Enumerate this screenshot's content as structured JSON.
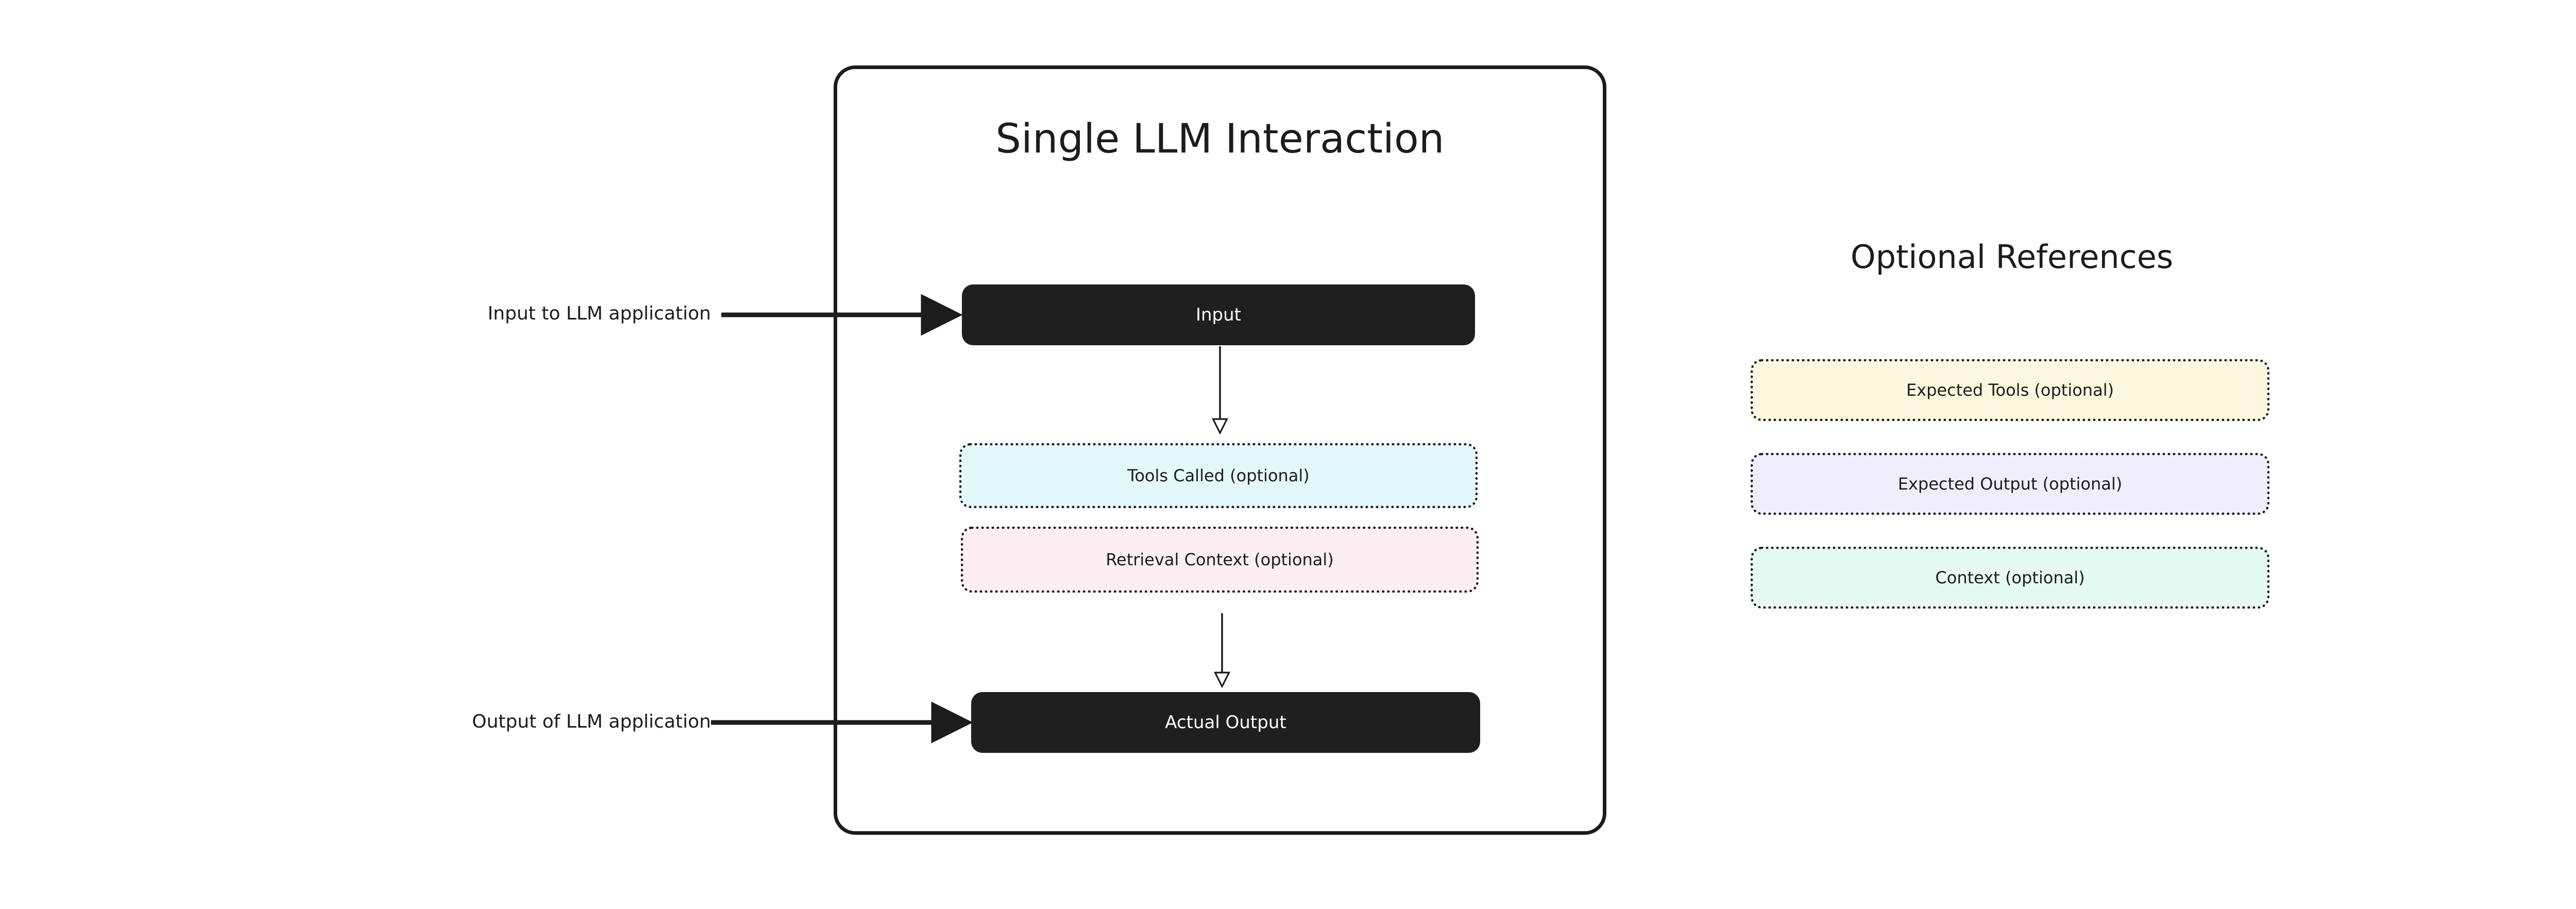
{
  "diagram": {
    "card": {
      "title": "Single LLM Interaction",
      "nodes": [
        {
          "id": "input",
          "label": "Input",
          "style": "solid-dark"
        },
        {
          "id": "tools-called",
          "label": "Tools Called (optional)",
          "style": "dashed",
          "fill": "#e2f8fa"
        },
        {
          "id": "retrieval-context",
          "label": "Retrieval Context (optional)",
          "style": "dashed",
          "fill": "#fdeef3"
        },
        {
          "id": "actual-output",
          "label": "Actual Output",
          "style": "solid-dark"
        }
      ]
    },
    "annotations": [
      {
        "id": "input-annotation",
        "text": "Input to LLM application",
        "points_to": "input"
      },
      {
        "id": "output-annotation",
        "text": "Output of LLM application",
        "points_to": "actual-output"
      }
    ],
    "references_panel": {
      "title": "Optional References",
      "items": [
        {
          "id": "expected-tools",
          "label": "Expected Tools (optional)",
          "fill": "#fdf7df"
        },
        {
          "id": "expected-output",
          "label": "Expected Output (optional)",
          "fill": "#f0eefc"
        },
        {
          "id": "context",
          "label": "Context (optional)",
          "fill": "#e5faf2"
        }
      ]
    },
    "colors": {
      "background": "#ffffff",
      "stroke": "#1c1c1c",
      "node_dark_fill": "#1f1f1f",
      "node_dark_text": "#ffffff",
      "tools_called_fill": "#e2f8fa",
      "retrieval_context_fill": "#fdeef3",
      "expected_tools_fill": "#fdf7df",
      "expected_output_fill": "#f0eefc",
      "context_fill": "#e5faf2"
    }
  }
}
